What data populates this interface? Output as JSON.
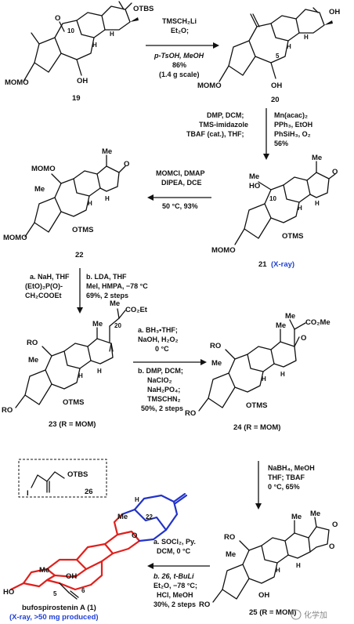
{
  "compounds": {
    "c19": {
      "label": "19",
      "groups": {
        "otbs": "OTBS",
        "o": "O",
        "momo": "MOMO",
        "oh": "OH",
        "n10": "10",
        "h": "H"
      }
    },
    "c20": {
      "label": "20",
      "groups": {
        "oh_top": "OH",
        "momo": "MOMO",
        "oh": "OH",
        "n5": "5",
        "h": "H"
      }
    },
    "c21": {
      "label": "21",
      "note": "(X-ray)",
      "groups": {
        "o": "O",
        "me": "Me",
        "ho": "HO",
        "n10": "10",
        "momo": "MOMO",
        "otms": "OTMS",
        "h": "H"
      }
    },
    "c22": {
      "label": "22",
      "groups": {
        "o": "O",
        "me": "Me",
        "momo_top": "MOMO",
        "momo": "MOMO",
        "otms": "OTMS",
        "h": "H"
      }
    },
    "c23": {
      "label": "23 (R = MOM)",
      "groups": {
        "me": "Me",
        "co2et": "CO₂Et",
        "n20": "20",
        "ro": "RO",
        "r_o": "RO",
        "otms": "OTMS",
        "h": "H"
      }
    },
    "c24": {
      "label": "24 (R = MOM)",
      "groups": {
        "me": "Me",
        "co2me": "CO₂Me",
        "ro": "RO",
        "r_o": "RO",
        "otms": "OTMS",
        "o": "O",
        "h": "H"
      }
    },
    "c25": {
      "label": "25 (R = MOM)",
      "groups": {
        "me": "Me",
        "o": "O",
        "ro": "RO",
        "r_o": "RO",
        "oh": "OH",
        "h": "H"
      }
    },
    "c26": {
      "label": "26",
      "groups": {
        "otbs": "OTBS",
        "i": "I"
      }
    },
    "product": {
      "label": "bufospirostenin A (1)",
      "note": "(X-ray, >50 mg produced)",
      "groups": {
        "oh": "OH",
        "ho": "HO",
        "me": "Me",
        "o": "O",
        "n22": "22",
        "n5": "5",
        "n6": "6",
        "h": "H"
      }
    }
  },
  "steps": {
    "s1": [
      "TMSCH₂Li",
      "Et₂O;",
      "p-TsOH, MeOH",
      "86%",
      "(1.4 g scale)"
    ],
    "s2_left": [
      "DMP, DCM;",
      "TMS-imidazole",
      "TBAF (cat.), THF;"
    ],
    "s2_right": [
      "Mn(acac)₂",
      "PPh₃, EtOH",
      "PhSiH₃, O₂",
      "56%"
    ],
    "s3": [
      "MOMCl, DMAP",
      "DIPEA, DCE",
      "50 °C, 93%"
    ],
    "s4_left": [
      "a. NaH, THF",
      "(EtO)₂P(O)-",
      "CH₂COOEt"
    ],
    "s4_right": [
      "b. LDA, THF",
      "MeI, HMPA, −78 °C",
      "69%, 2 steps"
    ],
    "s5": [
      "a. BH₃•THF;",
      "NaOH, H₂O₂",
      "0 °C",
      "b. DMP, DCM;",
      "NaClO₂",
      "NaH₂PO₄;",
      "TMSCHN₂",
      "50%, 2 steps"
    ],
    "s6": [
      "NaBH₄, MeOH",
      "THF; TBAF",
      "0 °C, 65%"
    ],
    "s7": [
      "a. SOCl₂, Py.",
      "DCM, 0 °C",
      "b. 26, t-BuLi",
      "Et₂O, −78 °C;",
      "HCl, MeOH",
      "30%, 2 steps"
    ]
  },
  "watermark": "化学加",
  "colors": {
    "red_path": "#e0201c",
    "blue_path": "#2233c8",
    "label_blue": "#1f3fd6"
  }
}
